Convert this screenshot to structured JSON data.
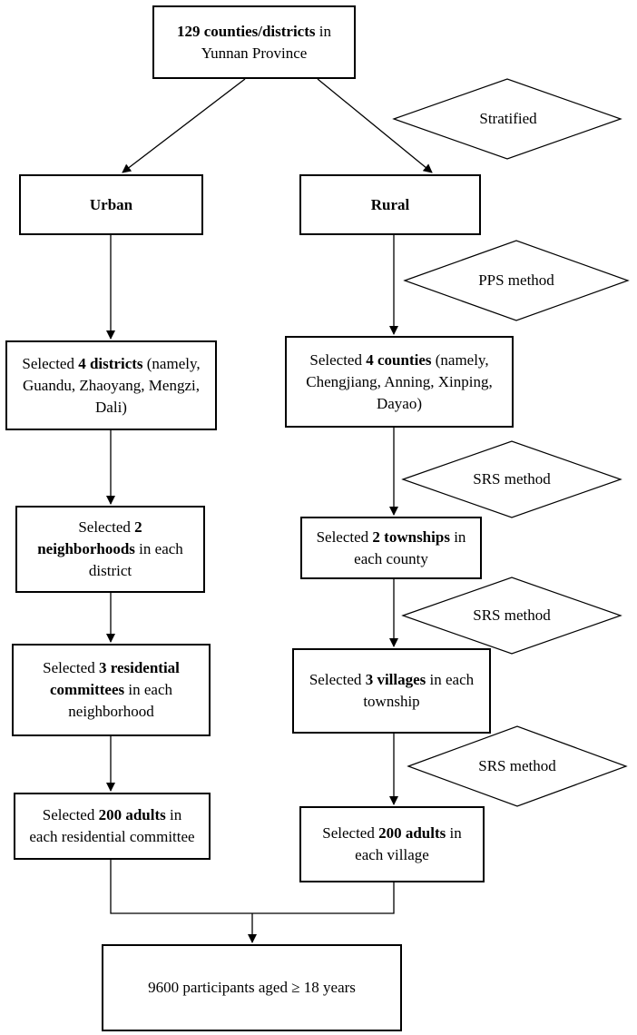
{
  "boxes": {
    "top": {
      "pre": "",
      "bold": "129 counties/districts",
      "post": " in Yunnan Province"
    },
    "urban": {
      "pre": "",
      "bold": "Urban",
      "post": ""
    },
    "rural": {
      "pre": "",
      "bold": "Rural",
      "post": ""
    },
    "urban_1": {
      "pre": "Selected ",
      "bold": "4 districts",
      "post": " (namely, Guandu, Zhaoyang, Mengzi, Dali)"
    },
    "rural_1": {
      "pre": "Selected ",
      "bold": "4 counties",
      "post": " (namely, Chengjiang, Anning, Xinping, Dayao)"
    },
    "urban_2": {
      "pre": "Selected ",
      "bold": "2 neighborhoods",
      "post": " in each district"
    },
    "rural_2": {
      "pre": "Selected ",
      "bold": "2 townships",
      "post": " in each county"
    },
    "urban_3": {
      "pre": "Selected ",
      "bold": "3 residential committees",
      "post": " in each neighborhood"
    },
    "rural_3": {
      "pre": "Selected ",
      "bold": "3 villages",
      "post": " in each township"
    },
    "urban_4": {
      "pre": "Selected ",
      "bold": "200 adults",
      "post": " in each residential committee"
    },
    "rural_4": {
      "pre": "Selected ",
      "bold": "200 adults",
      "post": " in each village"
    },
    "bottom": {
      "pre": "9600 participants aged ≥ 18 years",
      "bold": "",
      "post": ""
    }
  },
  "diamonds": {
    "d1": "Stratified",
    "d2": "PPS method",
    "d3": "SRS method",
    "d4": "SRS method",
    "d5": "SRS method"
  }
}
